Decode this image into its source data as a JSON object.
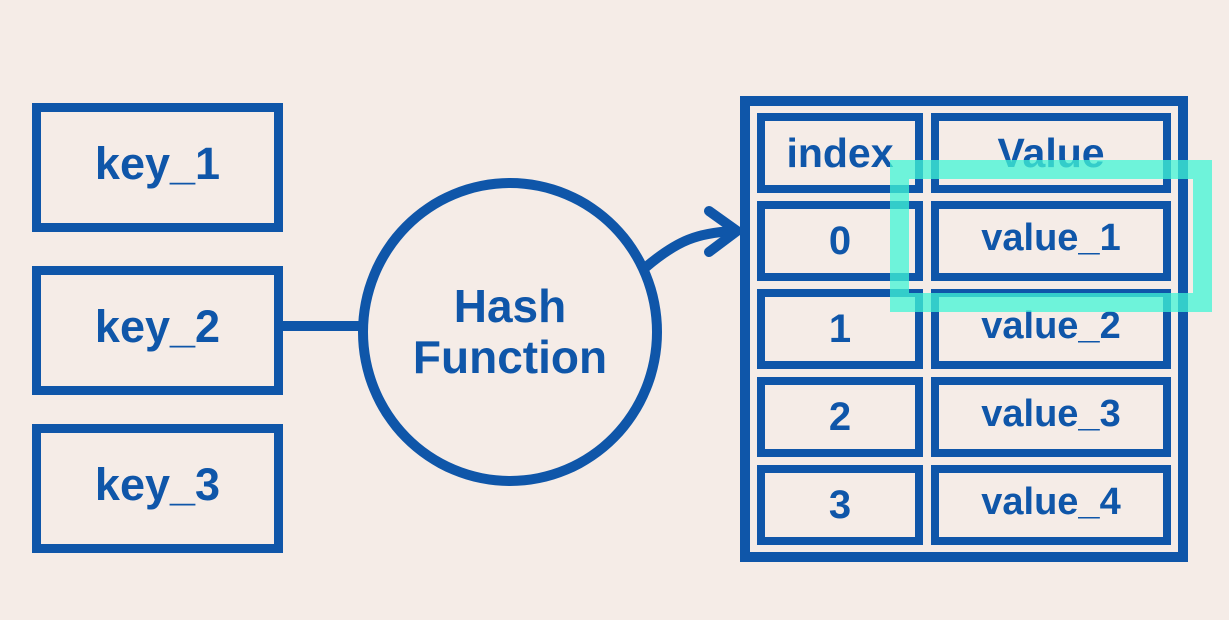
{
  "diagram": {
    "keys": [
      {
        "label": "key_1"
      },
      {
        "label": "key_2"
      },
      {
        "label": "key_3"
      }
    ],
    "hash_function": {
      "label_line1": "Hash",
      "label_line2": "Function"
    },
    "table": {
      "headers": {
        "index": "index",
        "value": "Value"
      },
      "rows": [
        {
          "index": "0",
          "value": "value_1"
        },
        {
          "index": "1",
          "value": "value_2"
        },
        {
          "index": "2",
          "value": "value_3"
        },
        {
          "index": "3",
          "value": "value_4"
        }
      ],
      "highlighted_value": "value_1",
      "highlighted_row_index": "0"
    },
    "colors": {
      "blue": "#0f56a9",
      "background": "#f5ece7",
      "highlight": "#40f5d6"
    }
  }
}
